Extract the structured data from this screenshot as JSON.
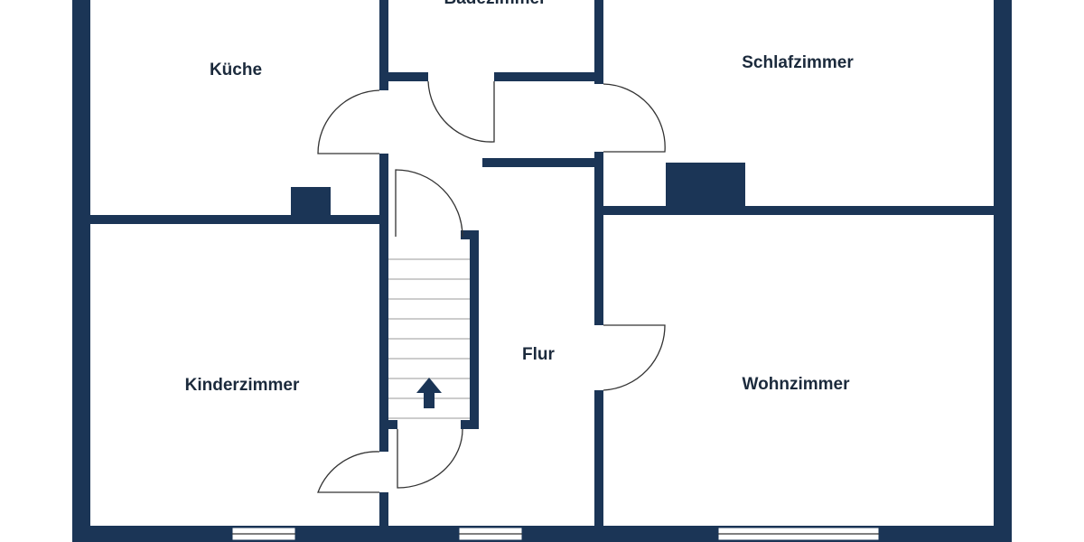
{
  "colors": {
    "wall": "#1b3556",
    "background": "#ffffff"
  },
  "rooms": {
    "bathroom": "Badezimmer",
    "kitchen": "Küche",
    "bedroom": "Schlafzimmer",
    "childrens_room": "Kinderzimmer",
    "hallway": "Flur",
    "living_room": "Wohnzimmer"
  },
  "icons": {
    "stairs_direction": "arrow-up-icon"
  }
}
